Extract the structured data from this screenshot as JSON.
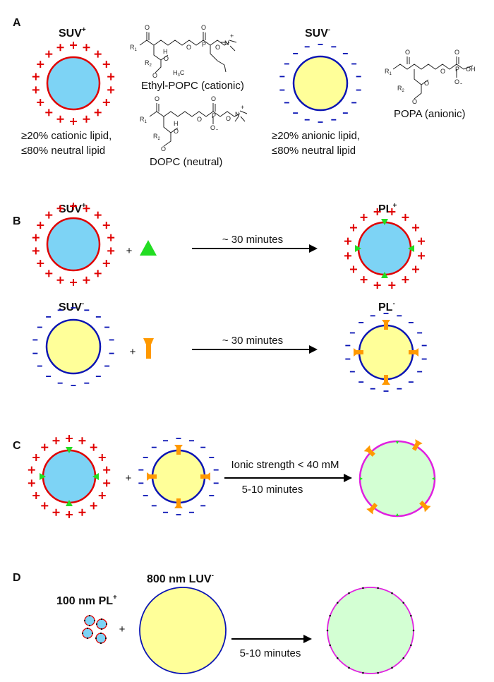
{
  "colors": {
    "cationic": "#e00000",
    "anionic": "#0a14b4",
    "suv_pos_fill": "#7dd3f5",
    "suv_neg_fill": "#ffff99",
    "fused_fill": "#d3ffd3",
    "fused_edge": "#e020e0",
    "green_tag": "#22dd22",
    "orange_tag": "#ff9900"
  },
  "panels": {
    "a": "A",
    "b": "B",
    "c": "C",
    "d": "D"
  },
  "panel_a": {
    "suv_pos_title": "SUV",
    "suv_pos_sup": "+",
    "suv_neg_title": "SUV",
    "suv_neg_sup": "-",
    "suv_pos_desc_1": "≥20% cationic lipid,",
    "suv_pos_desc_2": "≤80% neutral lipid",
    "suv_neg_desc_1": "≥20% anionic lipid,",
    "suv_neg_desc_2": "≤80% neutral lipid",
    "ethyl_popc": "Ethyl-POPC (cationic)",
    "dopc": "DOPC (neutral)",
    "popa": "POPA (anionic)"
  },
  "panel_b": {
    "suv_pos_title": "SUV",
    "suv_pos_sup": "+",
    "suv_neg_title": "SUV",
    "suv_neg_sup": "-",
    "pl_pos_title": "PL",
    "pl_pos_sup": "+",
    "pl_neg_title": "PL",
    "pl_neg_sup": "-",
    "plus_1": "+",
    "plus_2": "+",
    "time_1": "~ 30 minutes",
    "time_2": "~ 30 minutes"
  },
  "panel_c": {
    "plus": "+",
    "condition": "Ionic strength < 40 mM",
    "time": "5-10 minutes"
  },
  "panel_d": {
    "pl_title": "100 nm PL",
    "pl_sup": "+",
    "luv_title": "800 nm LUV",
    "luv_sup": "-",
    "plus": "+",
    "time": "5-10 minutes"
  },
  "chem_labels": {
    "R1": "R",
    "R1_sub": "1",
    "R2": "R",
    "R2_sub": "2",
    "O": "O",
    "P": "P",
    "H": "H",
    "OH": "OH",
    "N": "N",
    "H3C": "H",
    "H3C_sub": "3",
    "H3C_tail": "C",
    "minus": "-",
    "plus": "+"
  }
}
